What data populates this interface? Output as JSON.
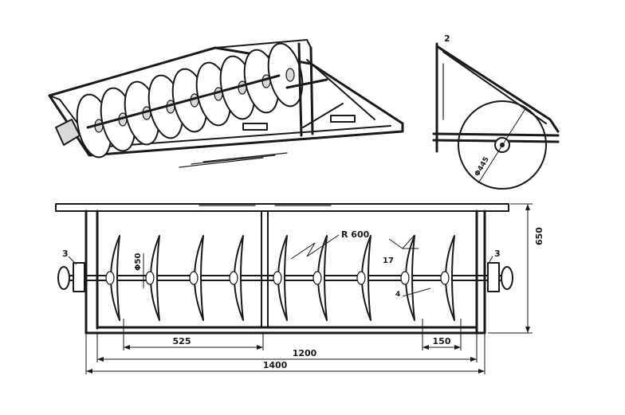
{
  "labels": {
    "part_2": "2",
    "part_3_left": "3",
    "part_3_right": "3",
    "part_4": "4",
    "angle_17": "17",
    "radius": "R 600",
    "diam_small": "Φ50",
    "diam_wheel": "Φ445",
    "height": "650"
  },
  "dimensions": {
    "d525": "525",
    "d1200": "1200",
    "d150": "150",
    "d1400": "1400"
  },
  "disks_plan_x": [
    150,
    200,
    255,
    305,
    360,
    410,
    465,
    520,
    570
  ],
  "disks_iso_count": 9
}
